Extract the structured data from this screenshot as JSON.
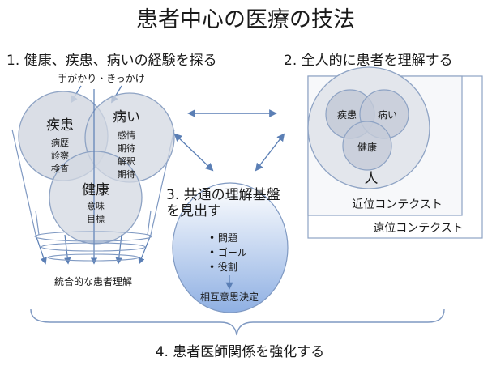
{
  "title": "患者中心の医療の技法",
  "section1": {
    "heading": "1. 健康、疾患、病いの経験を探る",
    "cue_label": "手がかり・きっかけ",
    "disease": {
      "label": "疾患",
      "items": [
        "病歴",
        "診察",
        "検査"
      ]
    },
    "illness": {
      "label": "病い",
      "items": [
        "感情",
        "期待",
        "解釈",
        "期待"
      ]
    },
    "health": {
      "label": "健康",
      "items": [
        "意味",
        "目標"
      ]
    },
    "integrated_label": "統合的な患者理解"
  },
  "section2": {
    "heading": "2. 全人的に患者を理解する",
    "disease_label": "疾患",
    "illness_label": "病い",
    "health_label": "健康",
    "person_label": "人",
    "proximal_context": "近位コンテクスト",
    "distal_context": "遠位コンテクスト"
  },
  "section3": {
    "heading_line1": "3. 共通の理解基盤",
    "heading_line2": "を見出す",
    "items": [
      "• 問題",
      "• ゴール",
      "• 役割"
    ],
    "decision": "相互意思決定"
  },
  "section4": {
    "heading": "4. 患者医師関係を強化する"
  },
  "colors": {
    "circle_fill": "#d3d8e2",
    "circle_stroke": "#8ea3c4",
    "arrow": "#5b7fb5",
    "gradient_top": "#ffffff",
    "gradient_bottom": "#8fb0e3"
  }
}
